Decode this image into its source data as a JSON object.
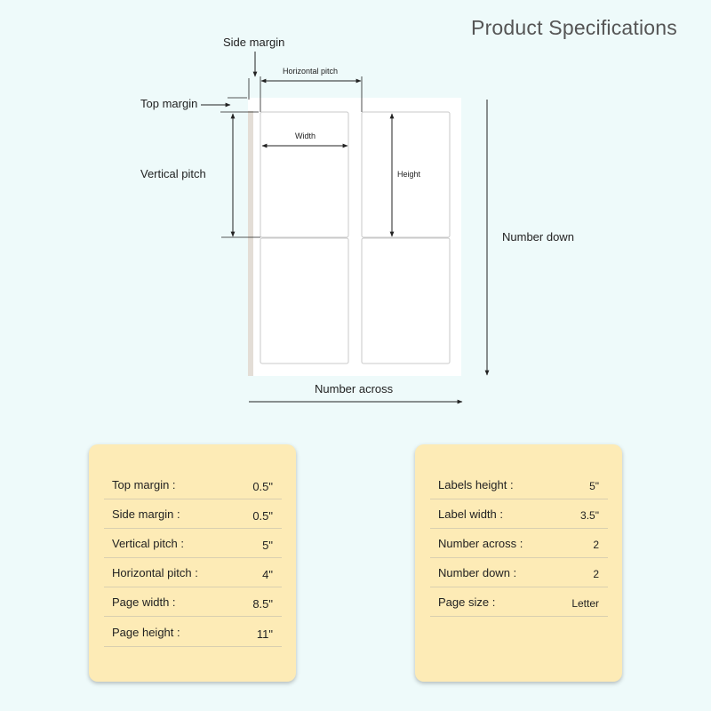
{
  "title": "Product Specifications",
  "diagram": {
    "side_margin": "Side margin",
    "top_margin": "Top margin",
    "horizontal_pitch": "Horizontal pitch",
    "vertical_pitch": "Vertical pitch",
    "width": "Width",
    "height": "Height",
    "number_down": "Number down",
    "number_across": "Number across"
  },
  "specs_left": [
    {
      "label": "Top margin :",
      "value": "0.5\""
    },
    {
      "label": "Side margin :",
      "value": "0.5\""
    },
    {
      "label": "Vertical pitch :",
      "value": "5\""
    },
    {
      "label": "Horizontal pitch :",
      "value": "4\""
    },
    {
      "label": "Page width :",
      "value": "8.5\""
    },
    {
      "label": "Page height :",
      "value": "11\""
    }
  ],
  "specs_right": [
    {
      "label": "Labels height :",
      "value": "5\""
    },
    {
      "label": "Label width :",
      "value": "3.5\""
    },
    {
      "label": "Number across :",
      "value": "2"
    },
    {
      "label": "Number down :",
      "value": "2"
    },
    {
      "label": "Page size :",
      "value": "Letter"
    }
  ]
}
